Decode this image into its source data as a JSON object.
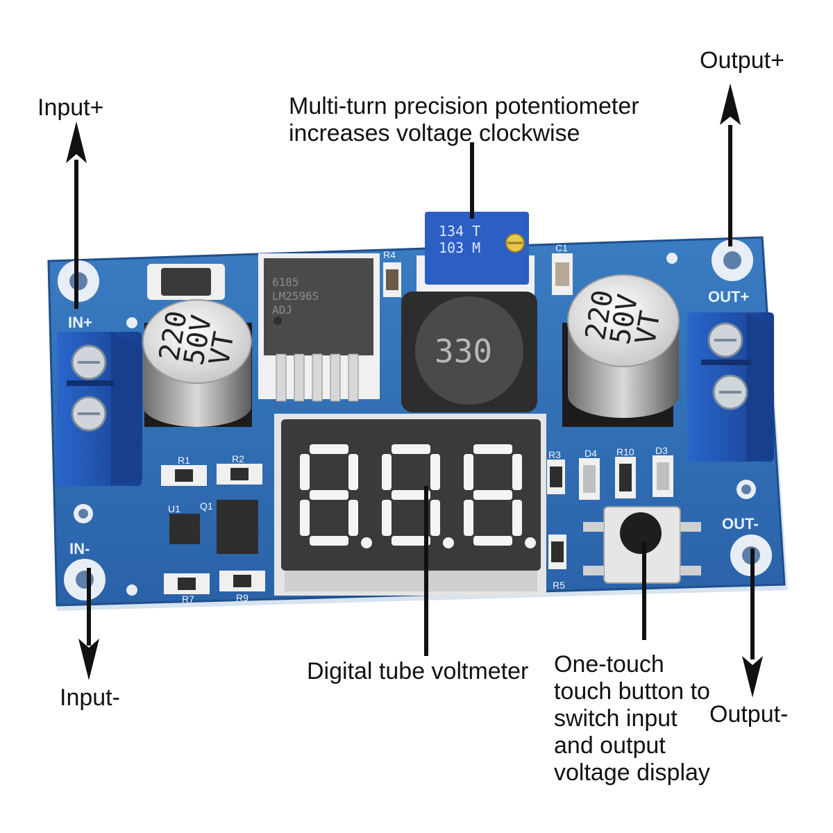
{
  "labels": {
    "input_plus": "Input+",
    "input_minus": "Input-",
    "output_plus": "Output+",
    "output_minus": "Output-",
    "potentiometer": [
      "Multi-turn precision potentiometer",
      "increases voltage clockwise"
    ],
    "voltmeter": "Digital tube voltmeter",
    "button": [
      "One-touch",
      "touch button to",
      "switch input",
      "and output",
      "voltage display"
    ]
  },
  "board": {
    "silkscreen": {
      "in_plus": "IN+",
      "in_minus": "IN-",
      "out_plus": "OUT+",
      "out_minus": "OUT-",
      "r1": "R1",
      "r2": "R2",
      "r3": "R3",
      "r4": "R4",
      "r5": "R5",
      "r7": "R7",
      "r9": "R9",
      "r10": "R10",
      "d3": "D3",
      "d4": "D4",
      "q1": "Q1",
      "u1": "U1",
      "c1": "C1"
    },
    "capacitor_left": [
      "220",
      "50V",
      "VT"
    ],
    "capacitor_right": [
      "220",
      "50V",
      "VT"
    ],
    "inductor_marking": "330",
    "regulator_marking": [
      "6185",
      "LM2596S",
      "ADJ"
    ],
    "potentiometer_marking": [
      "134 T",
      "103 M"
    ],
    "display_digits": "8.8.8."
  },
  "colors": {
    "pcb": "#2d6fb5",
    "pcb_dark": "#1f4f8c",
    "terminal": "#1e56b8",
    "display": "#3a3a3a",
    "segment": "#f4f4f4"
  }
}
